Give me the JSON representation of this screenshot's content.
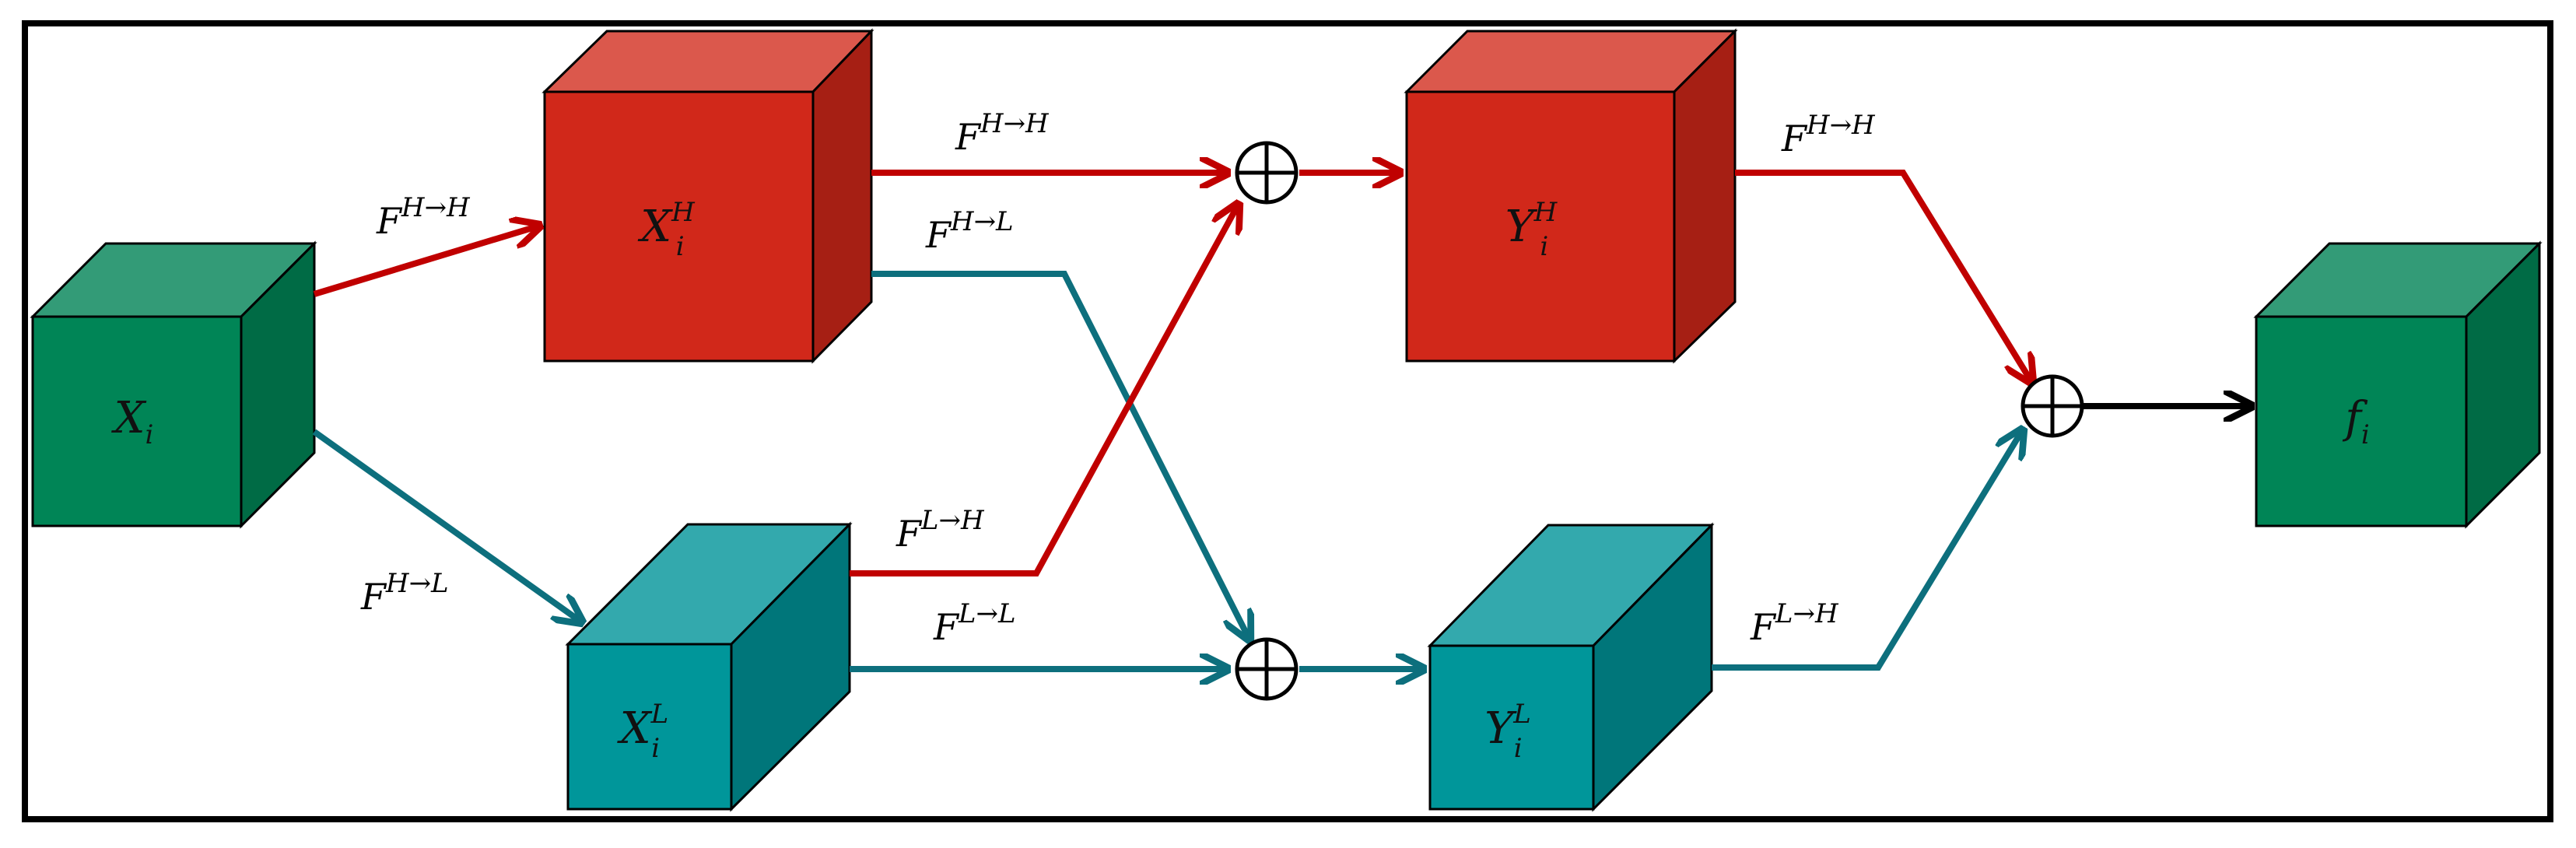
{
  "colors": {
    "frame": "#000000",
    "high_path": "#C00000",
    "low_path": "#0D6F7D",
    "merge_path": "#000000",
    "input_front": "#008556",
    "input_top": "#339B77",
    "input_side": "#006B45",
    "high_front": "#D1281A",
    "high_top": "#DB584C",
    "high_side": "#A61F14",
    "low_front": "#00969A",
    "low_top": "#33A9AD",
    "low_side": "#00767A",
    "output_front": "#008556",
    "output_top": "#339B77",
    "output_side": "#006B45"
  },
  "nodes": {
    "input": {
      "base": "X",
      "sub": "i",
      "sup": ""
    },
    "xh": {
      "base": "X",
      "sub": "i",
      "sup": "H"
    },
    "xl": {
      "base": "X",
      "sub": "i",
      "sup": "L"
    },
    "yh": {
      "base": "Y",
      "sub": "i",
      "sup": "H"
    },
    "yl": {
      "base": "Y",
      "sub": "i",
      "sup": "L"
    },
    "output": {
      "base": "f",
      "sub": "i",
      "sup": ""
    }
  },
  "edges": {
    "in_to_xh": {
      "base": "F",
      "sup": "H→H"
    },
    "in_to_xl": {
      "base": "F",
      "sup": "H→L"
    },
    "xh_to_yh": {
      "base": "F",
      "sup": "H→H"
    },
    "xh_to_yl": {
      "base": "F",
      "sup": "H→L"
    },
    "xl_to_yh": {
      "base": "F",
      "sup": "L→H"
    },
    "xl_to_yl": {
      "base": "F",
      "sup": "L→L"
    },
    "yh_to_out": {
      "base": "F",
      "sup": "H→H"
    },
    "yl_to_out": {
      "base": "F",
      "sup": "L→H"
    }
  },
  "icons": {
    "sum_top": "circled-plus-icon",
    "sum_bottom": "circled-plus-icon",
    "sum_final": "circled-plus-icon"
  }
}
